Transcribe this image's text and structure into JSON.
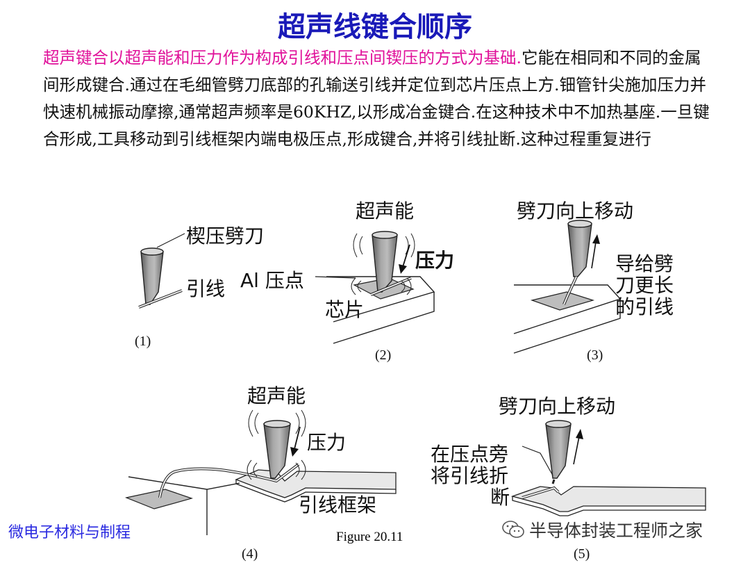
{
  "title": "超声线键合顺序",
  "colors": {
    "title": "#1a1ab8",
    "highlight": "#e0119a",
    "watermark_left": "#2a2ae0",
    "body": "#111111"
  },
  "paragraph": {
    "highlight": "超声键合以超声能和压力作为构成引线和压点间锲压的方式为基础.",
    "rest": "它能在相同和不同的金属间形成键合.通过在毛细管劈刀底部的孔输送引线并定位到芯片压点上方.钿管针尖施加压力并快速机械振动摩擦,通常超声频率是60KHZ,以形成冶金键合.在这种技术中不加热基座.一旦键合形成,工具移动到引线框架内端电极压点,形成键合,并将引线扯断.这种过程重复进行"
  },
  "labels": {
    "wedge_tool": "楔压劈刀",
    "wire": "引线",
    "ultrasonic_energy_2": "超声能",
    "pressure_2": "压力",
    "al_pad": "Al  压点",
    "chip": "芯片",
    "tool_up_3": "劈刀向上移动",
    "feed_line1": "导给劈",
    "feed_line2": "刀更长",
    "feed_line3": "的引线",
    "ultrasonic_energy_4": "超声能",
    "pressure_4": "压力",
    "lead_frame": "引线框架",
    "tool_up_5": "劈刀向上移动",
    "break_line1": "在压点旁",
    "break_line2": "将引线折",
    "break_line3": "断"
  },
  "step_numbers": [
    "(1)",
    "(2)",
    "(3)",
    "(4)",
    "(5)"
  ],
  "figure_caption": "Figure 20.11",
  "watermark_left": "微电子材料与制程",
  "watermark_right": "半导体封装工程师之家",
  "icons": {
    "wechat": "wechat-icon"
  }
}
